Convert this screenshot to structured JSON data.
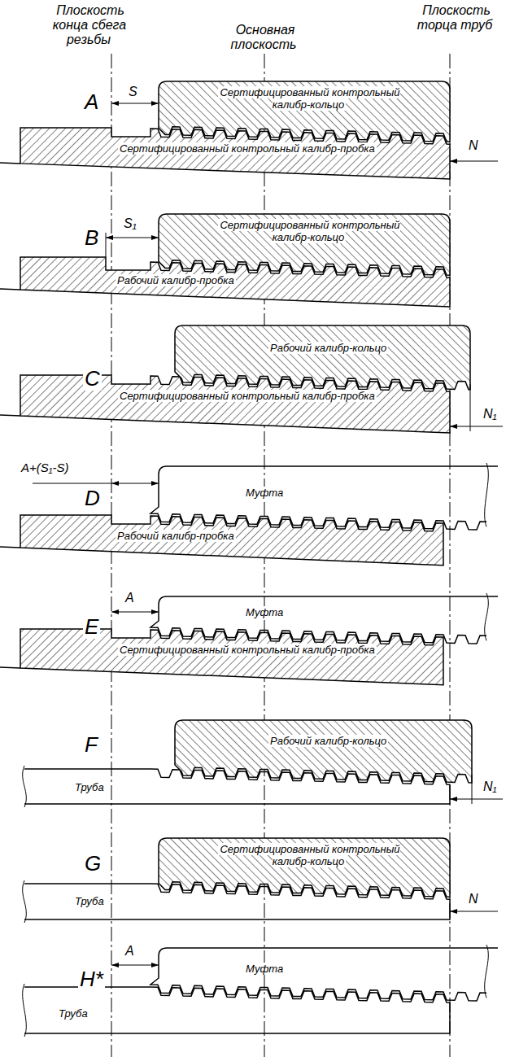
{
  "diagram": {
    "nodes": [
      {
        "text": [
          "Сертифицированный контрольный калибр-кольцо"
        ]
      },
      {
        "text": [
          "Сертифицированный контрольный калибр-пробка"
        ]
      },
      {
        "text": [
          "Сертифицированный контрольный калибр-кольцо"
        ]
      },
      {
        "text": [
          "Рабочий калибр-пробка"
        ]
      },
      {
        "text": [
          "Рабочий калибр-кольцо"
        ]
      },
      {
        "text": [
          "Сертифицированный контрольный калибр-пробка"
        ]
      },
      {
        "text": [
          "Муфта"
        ]
      },
      {
        "text": [
          "Рабочий калибр-пробка"
        ]
      },
      {
        "text": [
          "Муфта"
        ]
      },
      {
        "text": [
          "Сертифицированный контрольный калибр-пробка"
        ]
      },
      {
        "text": [
          "Рабочий калибр-кольцо"
        ]
      },
      {
        "text": [
          "Труба"
        ]
      },
      {
        "text": [
          "Сертифицированный контрольный калибр-кольцо"
        ]
      },
      {
        "text": [
          "Труба"
        ]
      },
      {
        "text": [
          "Муфта"
        ]
      },
      {
        "text": [
          "Труба"
        ]
      }
    ],
    "labels": [
      "Плоскость конца сбега резьбы",
      "Основная плоскость",
      "Плоскость торца труб",
      "A",
      "S",
      "N",
      "B",
      "S₁",
      "C",
      "N₁",
      "A+(S₁-S)",
      "D",
      "E",
      "A",
      "F",
      "N₁",
      "G",
      "N",
      "H*",
      "A"
    ]
  }
}
